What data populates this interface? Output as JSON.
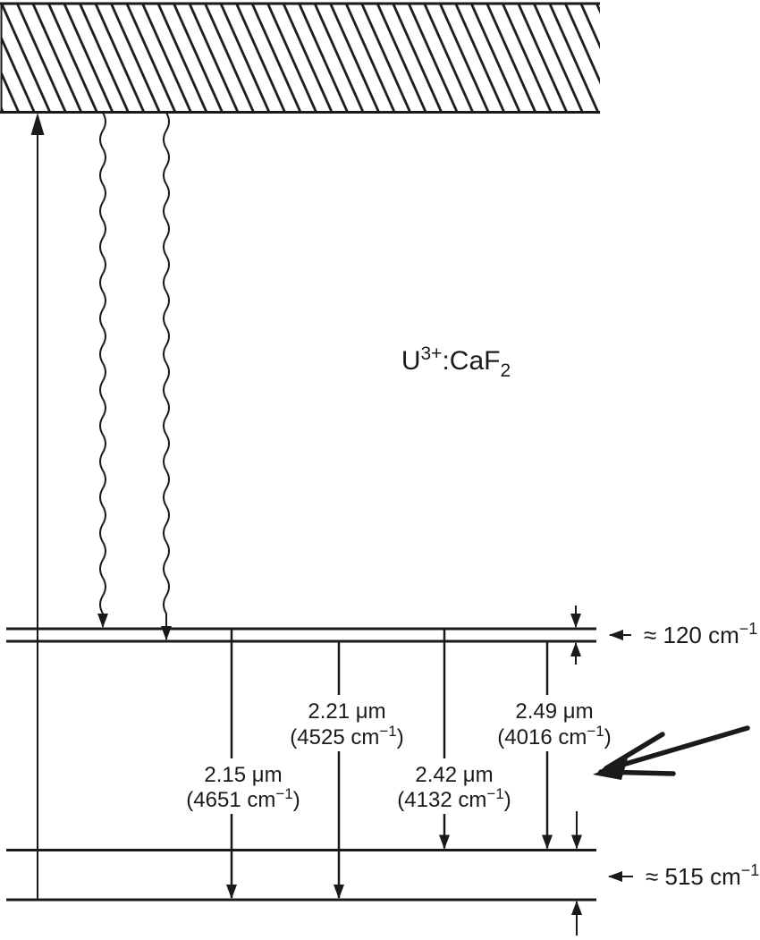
{
  "figure": {
    "title": {
      "element": "U",
      "charge_sup": "3+",
      "host": ":CaF",
      "host_sub": "2"
    },
    "transitions": [
      {
        "wavelength": "2.15 μm",
        "wn_open": "(4651 cm",
        "wn_sup": "−1",
        "wn_close": ")"
      },
      {
        "wavelength": "2.21 μm",
        "wn_open": "(4525 cm",
        "wn_sup": "−1",
        "wn_close": ")"
      },
      {
        "wavelength": "2.42 μm",
        "wn_open": "(4132 cm",
        "wn_sup": "−1",
        "wn_close": ")"
      },
      {
        "wavelength": "2.49 μm",
        "wn_open": "(4016 cm",
        "wn_sup": "−1",
        "wn_close": ")"
      }
    ],
    "splittings": [
      {
        "approx": "≈ 120 cm",
        "sup": "−1"
      },
      {
        "approx": "≈ 515 cm",
        "sup": "−1"
      }
    ]
  }
}
